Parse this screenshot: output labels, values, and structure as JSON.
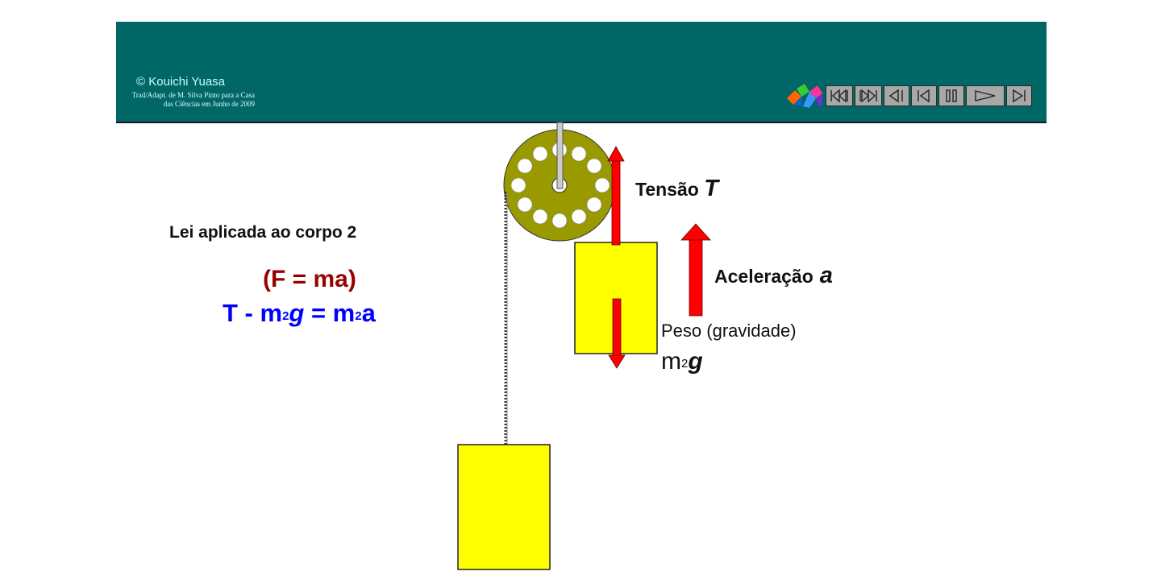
{
  "header": {
    "credit_main": "© Kouichi Yuasa",
    "credit_sub": "Trad/Adapt. de M. Silva Pinto para a Casa das Ciências em Junho de 2009",
    "logo_icon": "colored-cube-logo-icon",
    "controls": [
      {
        "name": "go-first-button",
        "icon": "skip-to-start-icon",
        "label": "first"
      },
      {
        "name": "go-last-button",
        "icon": "skip-to-end-icon",
        "label": "last"
      },
      {
        "name": "step-back-button",
        "icon": "step-back-icon",
        "label": "step back"
      },
      {
        "name": "rewind-button",
        "icon": "rewind-icon",
        "label": "rewind"
      },
      {
        "name": "pause-button",
        "icon": "pause-icon",
        "label": "pause"
      },
      {
        "name": "play-button",
        "icon": "play-icon",
        "label": "play"
      },
      {
        "name": "end-button",
        "icon": "end-icon",
        "label": "end"
      }
    ],
    "background_color": "#006666"
  },
  "diagram": {
    "law_title": "Lei aplicada ao corpo 2",
    "eq1": "(F = ma)",
    "eq2_parts": [
      "T - m",
      "2",
      "g",
      " = m",
      "2",
      "a"
    ],
    "tension_label": "Tensão",
    "tension_symbol": "T",
    "accel_label": "Aceleração",
    "accel_symbol": "a",
    "weight_label": "Peso (gravidade)",
    "weight_symbol_parts": [
      "m",
      "2",
      "g"
    ],
    "colors": {
      "arrow": "#ff0000",
      "block": "#ffff00",
      "pulley": "#999900",
      "eq1": "#990000",
      "eq2": "#0000ff"
    }
  }
}
